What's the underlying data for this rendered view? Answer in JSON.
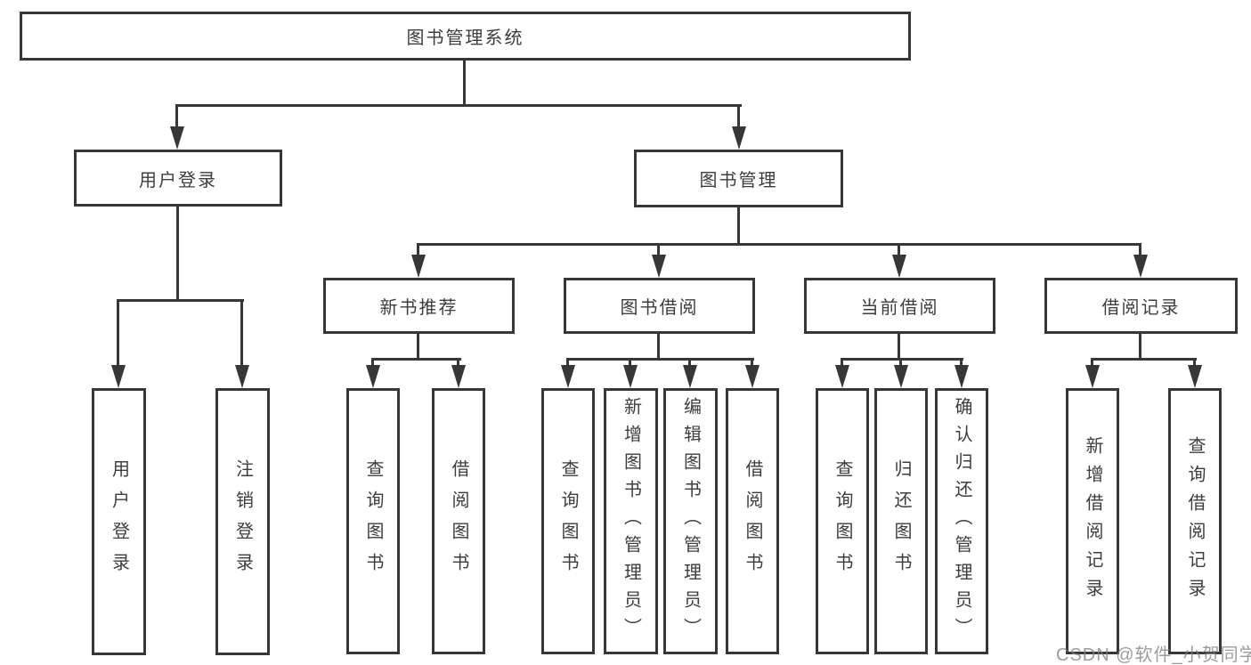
{
  "chart": {
    "type": "tree-diagram",
    "root": {
      "label": "图书管理系统"
    },
    "branches": [
      {
        "label": "用户登录",
        "children": [
          {
            "label": "用户登录"
          },
          {
            "label": "注销登录"
          }
        ]
      },
      {
        "label": "图书管理",
        "children": [
          {
            "label": "新书推荐",
            "children": [
              {
                "label": "查询图书"
              },
              {
                "label": "借阅图书"
              }
            ]
          },
          {
            "label": "图书借阅",
            "children": [
              {
                "label": "查询图书"
              },
              {
                "label": "新增图书（管理员）"
              },
              {
                "label": "编辑图书（管理员）"
              },
              {
                "label": "借阅图书"
              }
            ]
          },
          {
            "label": "当前借阅",
            "children": [
              {
                "label": "查询图书"
              },
              {
                "label": "归还图书"
              },
              {
                "label": "确认归还（管理员）"
              }
            ]
          },
          {
            "label": "借阅记录",
            "children": [
              {
                "label": "新增借阅记录"
              },
              {
                "label": "查询借阅记录"
              }
            ]
          }
        ]
      }
    ],
    "colors": {
      "line": "#373737",
      "text": "#3d3d3d",
      "background": "#ffffff",
      "watermark": "#808080"
    }
  },
  "watermark": {
    "text": "CSDN @软件_小贺同学"
  }
}
